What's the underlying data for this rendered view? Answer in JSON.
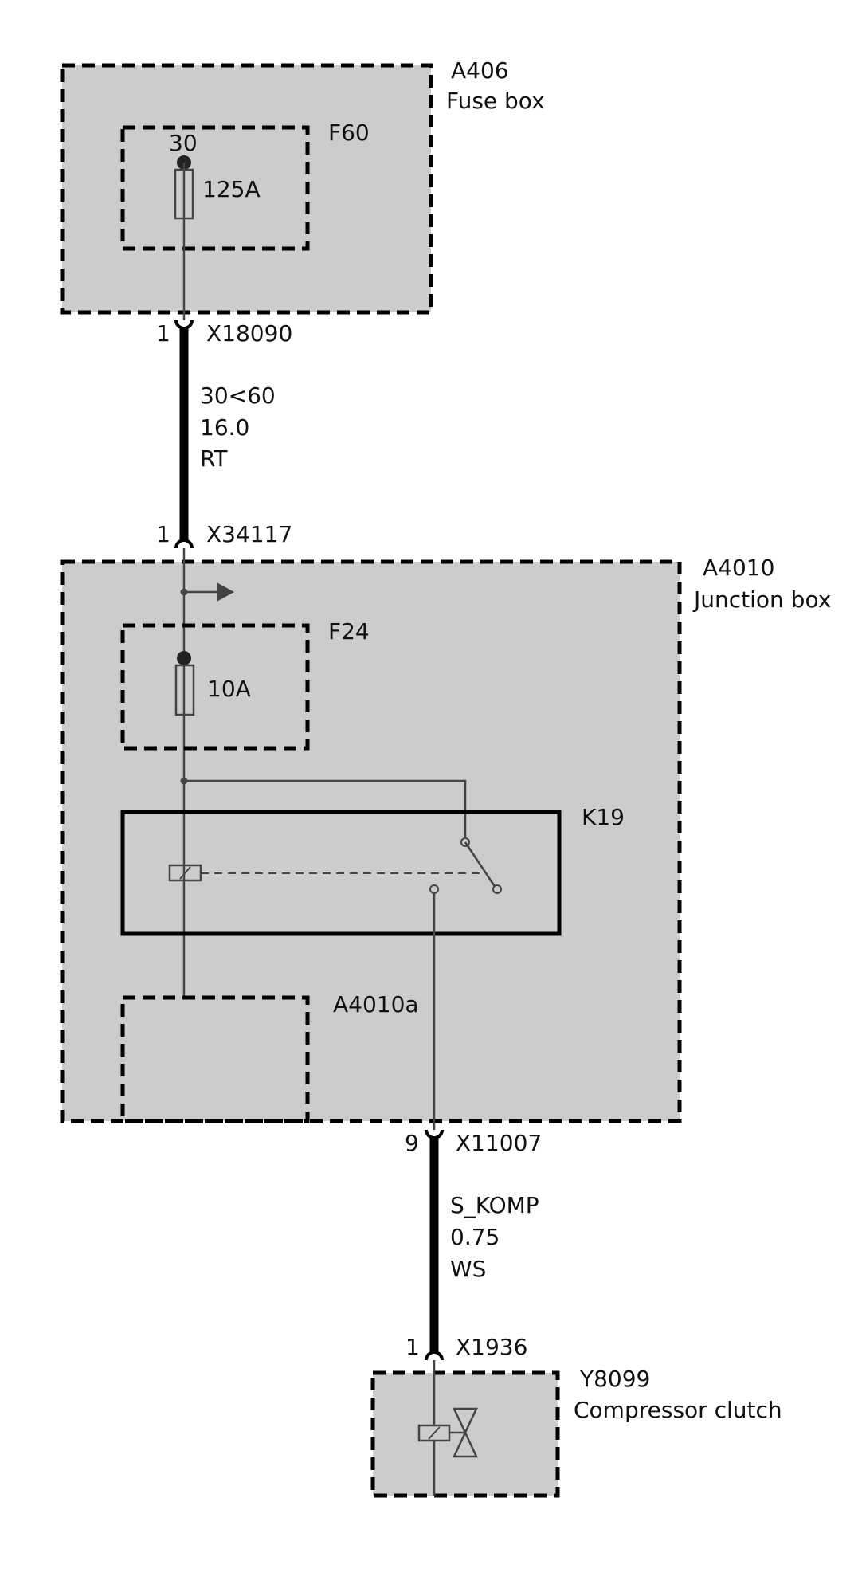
{
  "components": {
    "fuse_box": {
      "id": "A406",
      "name": "Fuse box"
    },
    "fuse_f60": {
      "id": "F60",
      "terminal": "30",
      "rating": "125A"
    },
    "junction_box": {
      "id": "A4010",
      "name": "Junction box"
    },
    "fuse_f24": {
      "id": "F24",
      "rating": "10A"
    },
    "relay_k19": {
      "id": "K19"
    },
    "sub_module": {
      "id": "A4010a"
    },
    "compressor_clutch": {
      "id": "Y8099",
      "name": "Compressor clutch"
    }
  },
  "connectors": {
    "x18090": {
      "pin": "1",
      "id": "X18090"
    },
    "x34117": {
      "pin": "1",
      "id": "X34117"
    },
    "x11007": {
      "pin": "9",
      "id": "X11007"
    },
    "x1936": {
      "pin": "1",
      "id": "X1936"
    }
  },
  "wires": {
    "upper": {
      "signal": "30<60",
      "size": "16.0",
      "color": "RT"
    },
    "lower": {
      "signal": "S_KOMP",
      "size": "0.75",
      "color": "WS"
    }
  },
  "colors": {
    "box_fill": "#cccccc",
    "line": "#000000",
    "wire_thin": "#444444"
  }
}
